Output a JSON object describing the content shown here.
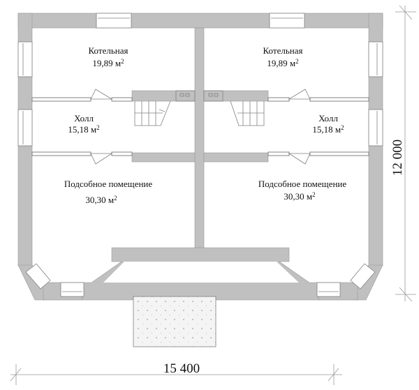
{
  "plan": {
    "wall_color": "#c0c0c0",
    "line_color": "#808080",
    "rooms": [
      {
        "id": "boiler-left",
        "name": "Котельная",
        "area": "19,89",
        "unit": "м",
        "unit_sup": "2"
      },
      {
        "id": "boiler-right",
        "name": "Котельная",
        "area": "19,89",
        "unit": "м",
        "unit_sup": "2"
      },
      {
        "id": "hall-left",
        "name": "Холл",
        "area": "15,18",
        "unit": "м",
        "unit_sup": "2"
      },
      {
        "id": "hall-right",
        "name": "Холл",
        "area": "15,18",
        "unit": "м",
        "unit_sup": "2"
      },
      {
        "id": "utility-left",
        "name": "Подсобное помещение",
        "area": "30,30",
        "unit": "м",
        "unit_sup": "2"
      },
      {
        "id": "utility-right",
        "name": "Подсобное помещение",
        "area": "30,30",
        "unit": "м",
        "unit_sup": "2"
      }
    ],
    "dimensions": {
      "width": "15 400",
      "height": "12 000"
    }
  }
}
